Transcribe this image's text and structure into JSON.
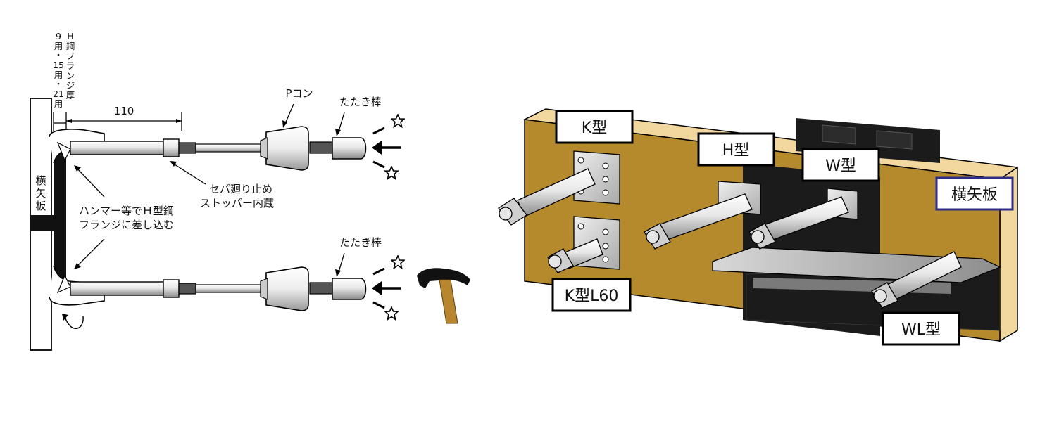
{
  "left_diagram": {
    "dimension_value": "110",
    "flange_note_col1": [
      "9",
      "用",
      "・",
      "15",
      "用",
      "・",
      "21",
      "用"
    ],
    "flange_note_col2": [
      "H",
      "鋼",
      "フ",
      "ラ",
      "ン",
      "ジ",
      "厚"
    ],
    "board_label": [
      "横",
      "矢",
      "板"
    ],
    "p_cone_label": "Pコン",
    "tapping_rod_label_top": "たたき棒",
    "tapping_rod_label_bottom": "たたき棒",
    "seba_note_line1": "セパ廻り止め",
    "seba_note_line2": "ストッパー内蔵",
    "hammer_note_line1": "ハンマー等でＨ型鋼",
    "hammer_note_line2": "フランジに差し込む"
  },
  "right_diagram": {
    "labels": {
      "k_type": "K型",
      "k_type_l60": "K型L60",
      "h_type": "H型",
      "w_type": "W型",
      "wl_type": "WL型",
      "board": "横矢板"
    },
    "colors": {
      "board": "#b58a2c",
      "board_edge": "#f2d79e",
      "steel": "#1b1b1b",
      "board_label_border": "#2e2d87"
    }
  }
}
